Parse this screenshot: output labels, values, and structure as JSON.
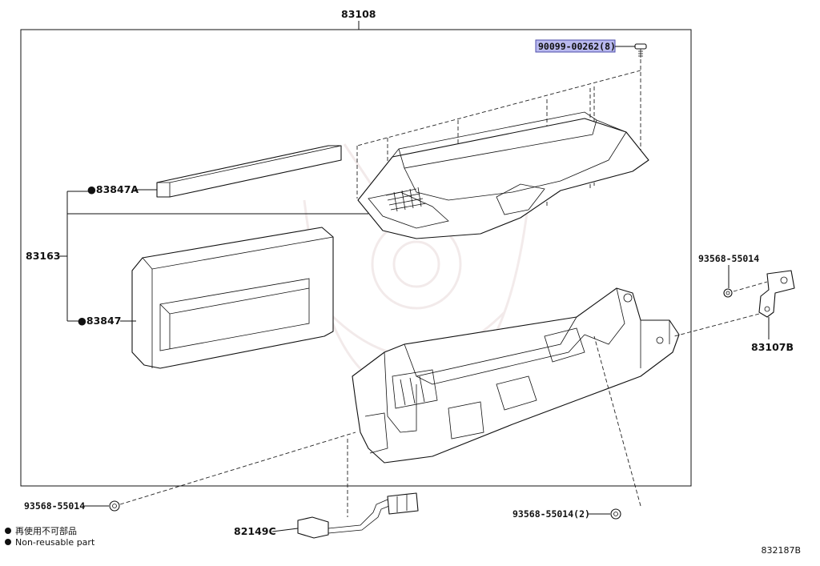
{
  "labels": {
    "assembly_top": "83108",
    "screw": "90099-00262(8)",
    "pad_a": "●83847A",
    "subassy": "83163",
    "pad_b": "●83847",
    "bolt_right": "93568-55014",
    "bracket": "83107B",
    "bolt_left": "93568-55014",
    "harness": "82149C",
    "bolt_bottom": "93568-55014(2)"
  },
  "legend": {
    "jp": "再使用不可部品",
    "en": "Non-reusable part"
  },
  "figure_id": "832187B",
  "colors": {
    "highlight": "#b9b9ee",
    "line": "#111111"
  }
}
